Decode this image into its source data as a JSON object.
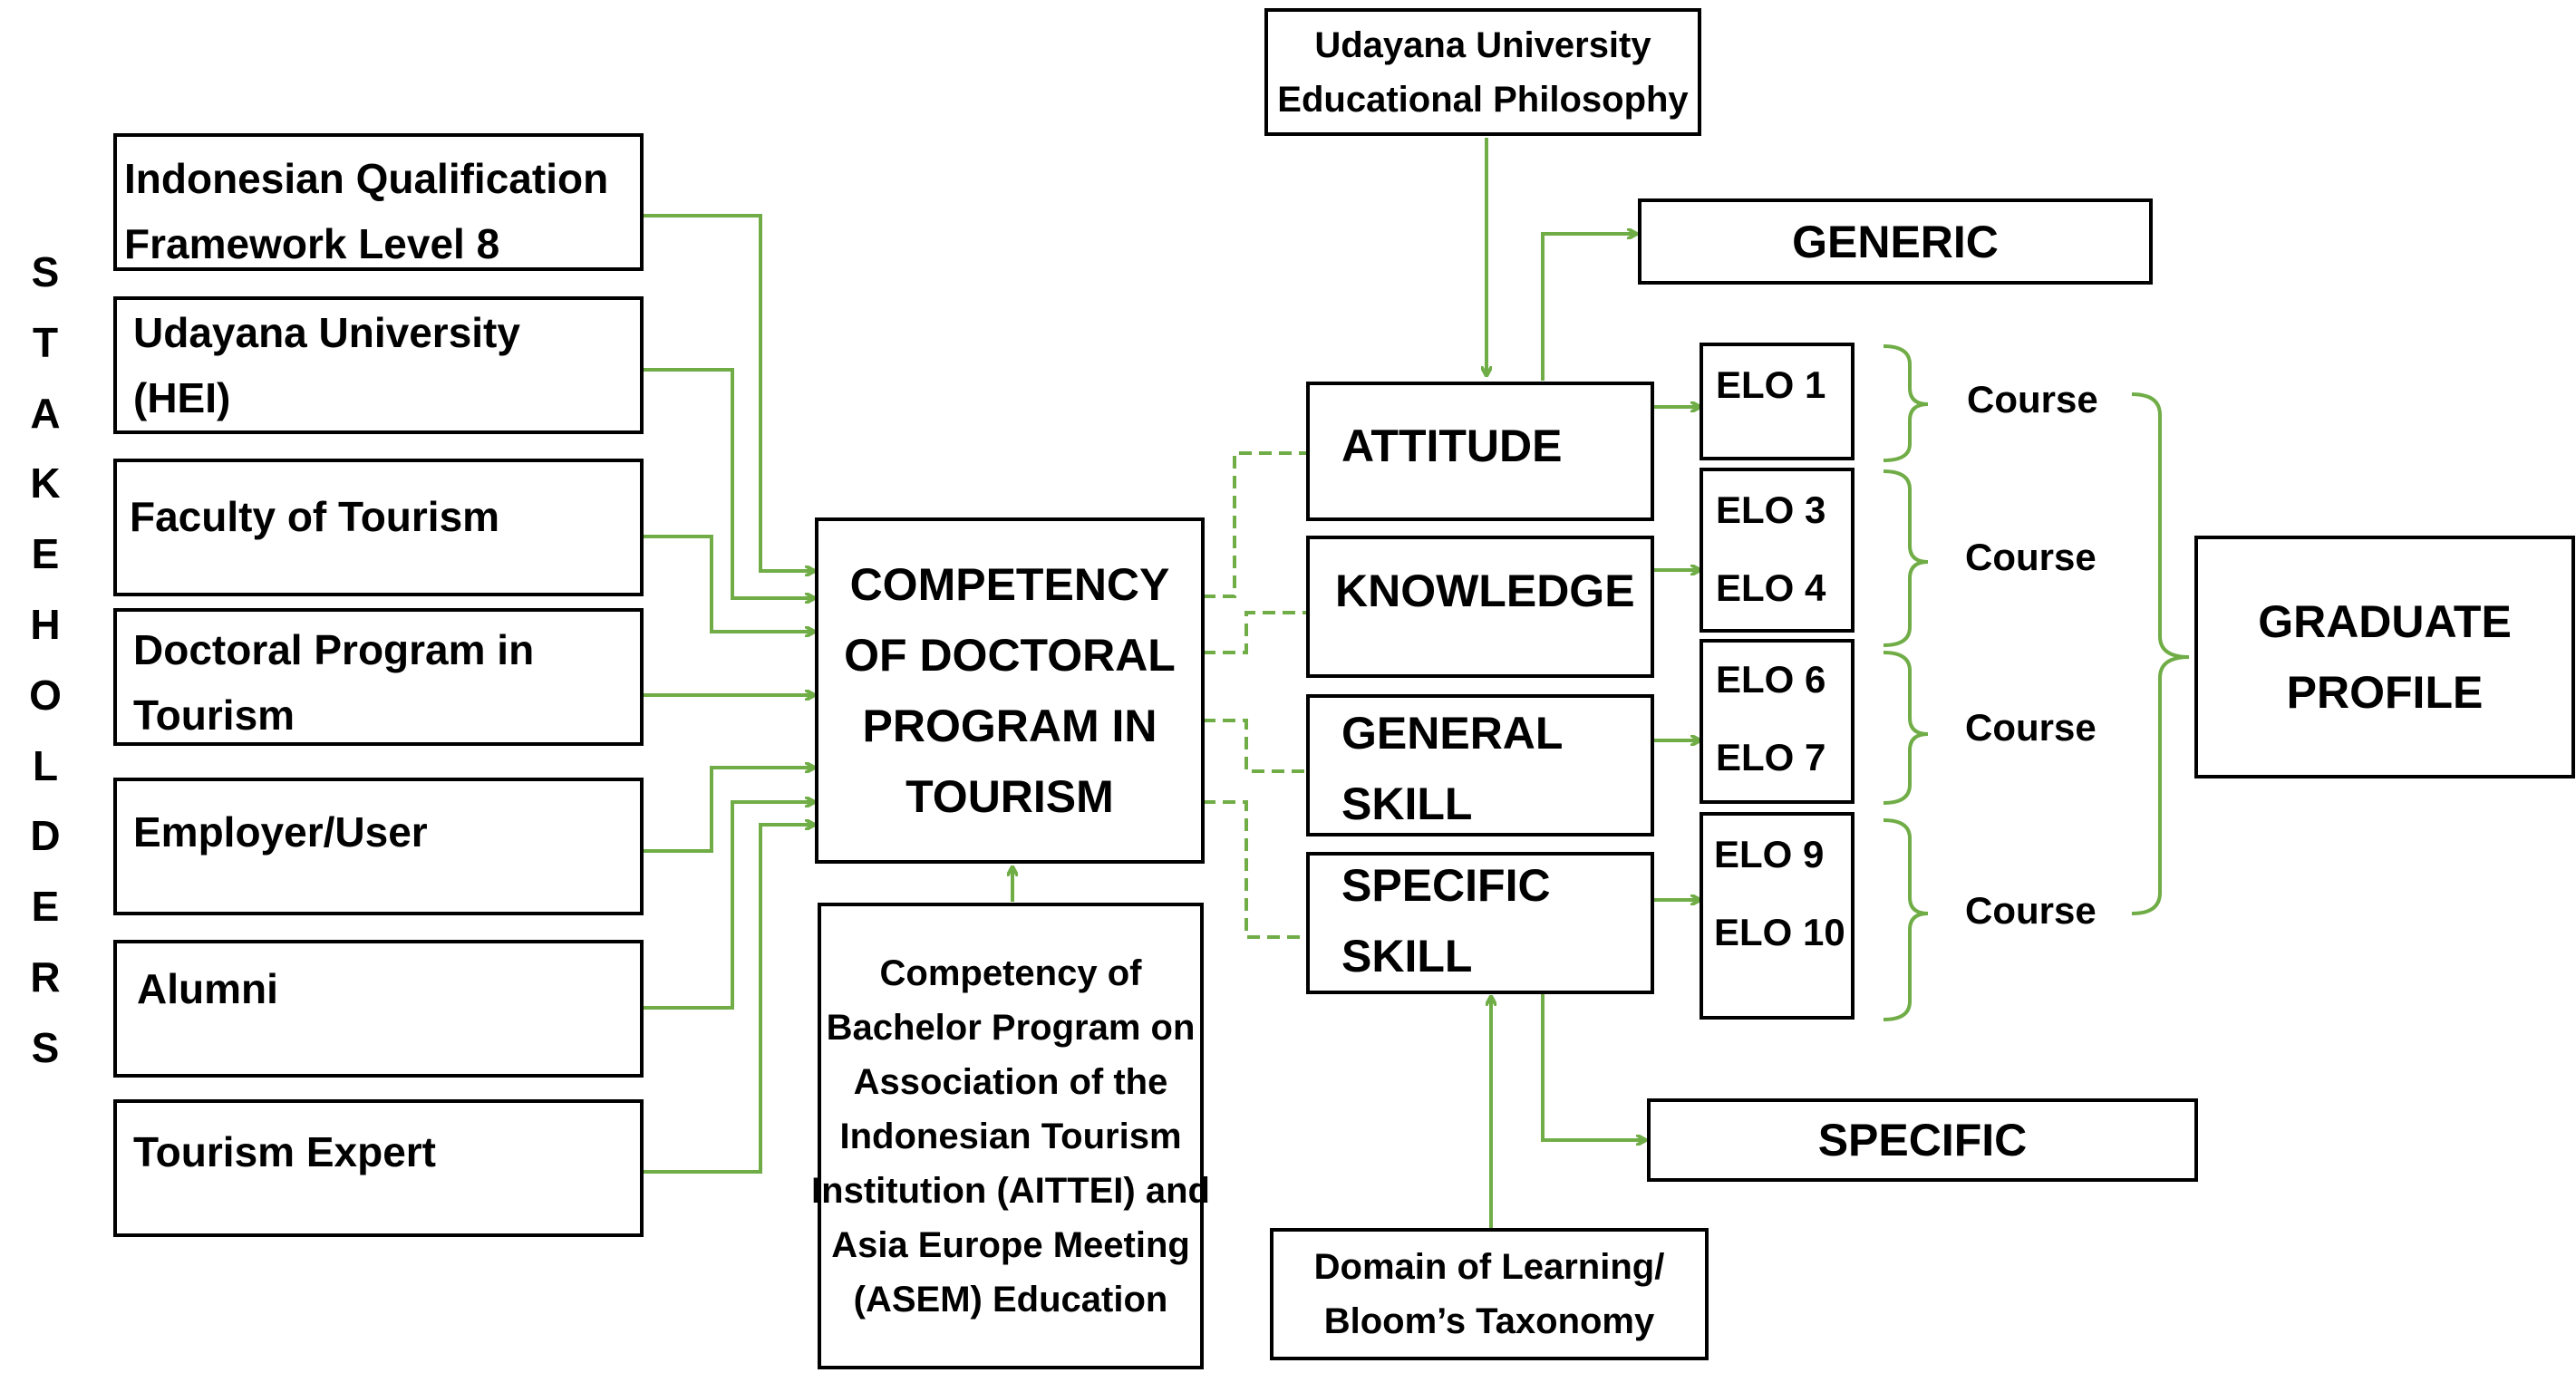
{
  "stakeholders_label": [
    "S",
    "T",
    "A",
    "K",
    "E",
    "H",
    "O",
    "L",
    "D",
    "E",
    "R",
    "S"
  ],
  "stakeholders": [
    {
      "line1": "Indonesian Qualification",
      "line2": "Framework Level 8"
    },
    {
      "line1": "Udayana University",
      "line2": "(HEI)"
    },
    {
      "line1": "Faculty of Tourism",
      "line2": ""
    },
    {
      "line1": "Doctoral Program in",
      "line2": "Tourism"
    },
    {
      "line1": "Employer/User",
      "line2": ""
    },
    {
      "line1": "Alumni",
      "line2": ""
    },
    {
      "line1": "Tourism Expert",
      "line2": ""
    }
  ],
  "competency": {
    "lines": [
      "COMPETENCY",
      "OF DOCTORAL",
      "PROGRAM IN",
      "TOURISM"
    ]
  },
  "bachelor": {
    "lines": [
      "Competency of",
      "Bachelor Program on",
      "Association of the",
      "Indonesian Tourism",
      "Institution (AITTEI) and",
      "Asia Europe Meeting",
      "(ASEM) Education"
    ]
  },
  "philosophy": {
    "lines": [
      "Udayana University",
      "Educational Philosophy"
    ]
  },
  "domain_learning": {
    "lines": [
      "Domain of Learning/",
      "Bloom’s Taxonomy"
    ]
  },
  "generic": "GENERIC",
  "specific": "SPECIFIC",
  "domains": {
    "attitude": "ATTITUDE",
    "knowledge": "KNOWLEDGE",
    "general_skill": [
      "GENERAL",
      "SKILL"
    ],
    "specific_skill": [
      "SPECIFIC",
      "SKILL"
    ]
  },
  "elo": {
    "group1": [
      "ELO 1"
    ],
    "group2": [
      "ELO 3",
      "ELO 4"
    ],
    "group3": [
      "ELO 6",
      "ELO 7"
    ],
    "group4": [
      "ELO 9",
      "ELO 10"
    ]
  },
  "courses": [
    "Course",
    "Course",
    "Course",
    "Course"
  ],
  "graduate_profile": [
    "GRADUATE",
    "PROFILE"
  ],
  "colors": {
    "connector": "#70AD47",
    "border": "#000000"
  }
}
